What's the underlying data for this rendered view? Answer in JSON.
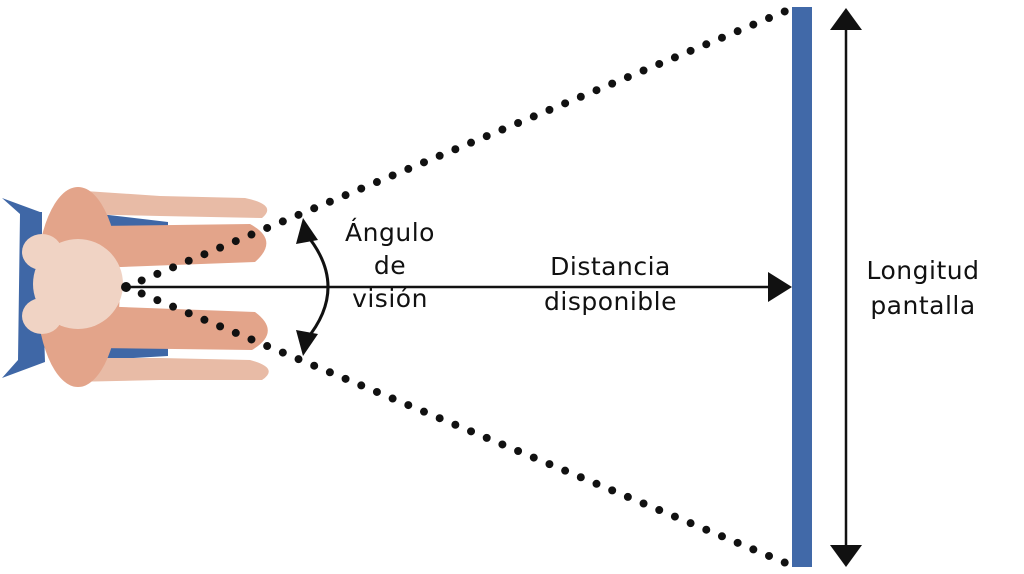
{
  "labels": {
    "angle": [
      "Ángulo",
      "de",
      "visión"
    ],
    "distance": [
      "Distancia",
      "disponible"
    ],
    "length": [
      "Longitud",
      "pantalla"
    ]
  },
  "colors": {
    "screen": "#4169a8",
    "chair": "#3f67a6",
    "skin": "#e8bba6",
    "body": "#e3a48a",
    "head": "#f0d3c4",
    "ink": "#111111"
  }
}
